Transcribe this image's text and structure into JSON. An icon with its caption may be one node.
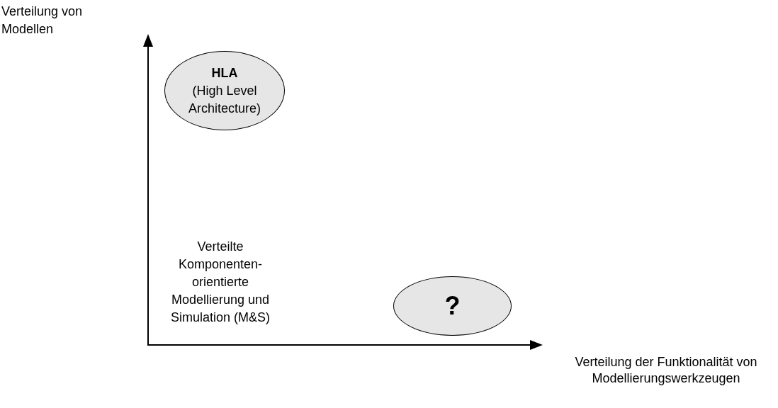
{
  "diagram": {
    "nodes": [
      {
        "text": [
          "HLA",
          "(High Level Architecture)"
        ]
      },
      {
        "text": [
          "?"
        ]
      }
    ],
    "edges": [],
    "labels": [
      "Verteilung von Modellen",
      "Verteilte Komponenten-orientierte Modellierung und Simulation (M&S)",
      "Verteilung der Funktionalität von Modellierungswerkzeugen"
    ]
  }
}
